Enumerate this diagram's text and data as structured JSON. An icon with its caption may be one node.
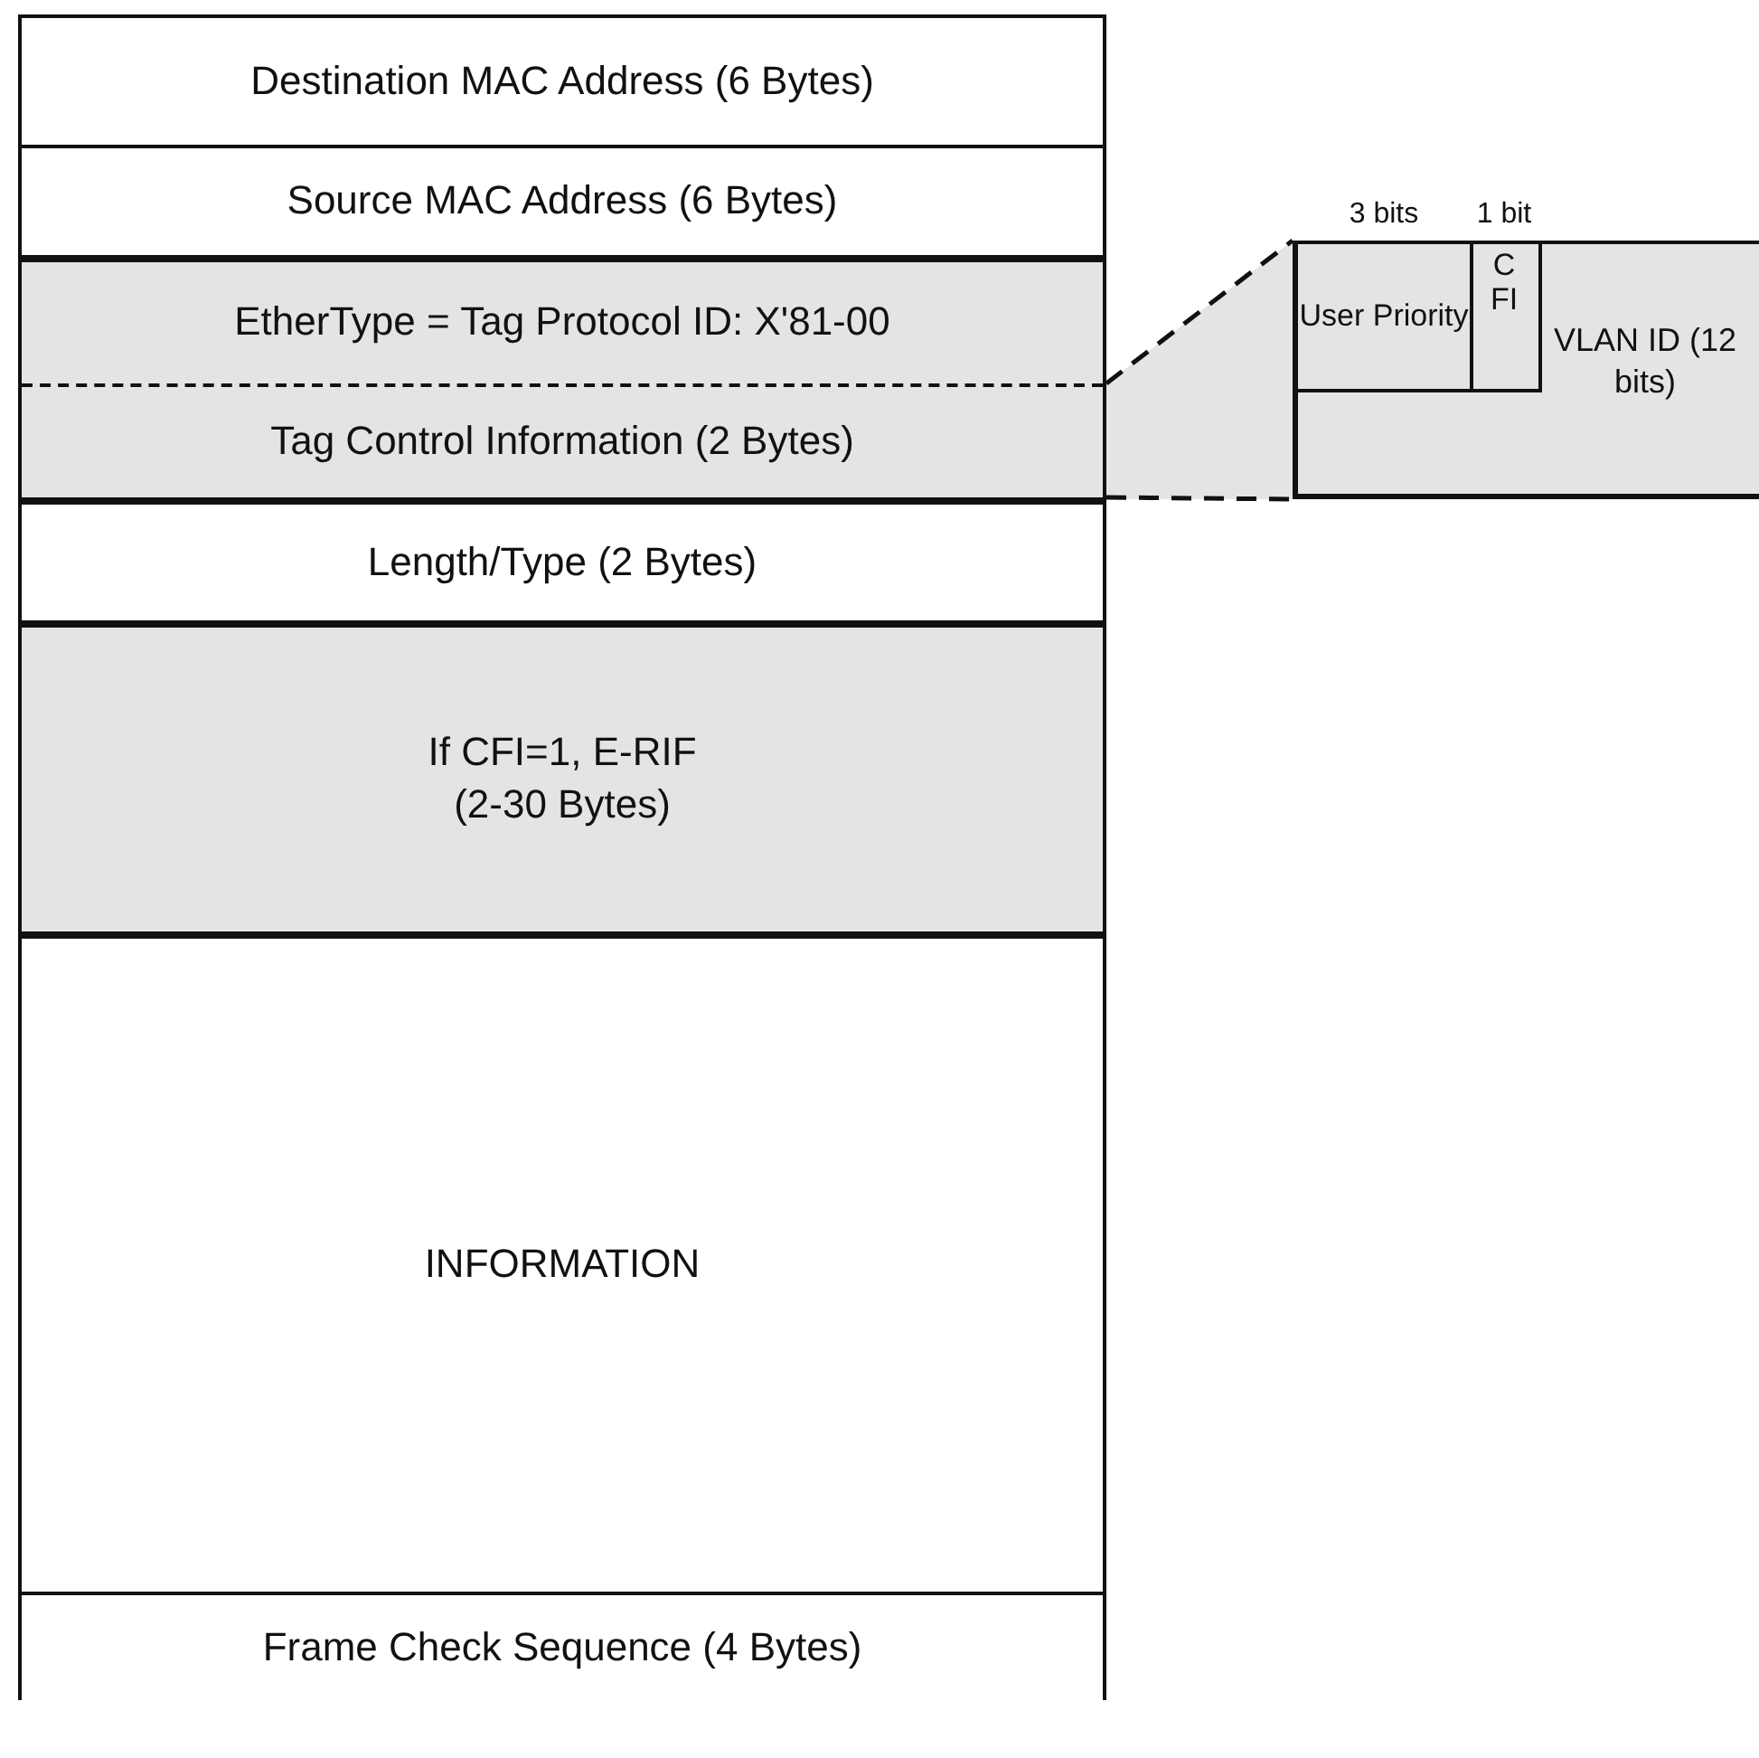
{
  "diagram": {
    "nodes": [
      {
        "text": [
          "Destination MAC Address (6 Bytes)"
        ]
      },
      {
        "text": [
          "Source MAC Address (6 Bytes)"
        ]
      },
      {
        "text": [
          "EtherType = Tag Protocol ID: X'81-00"
        ]
      },
      {
        "text": [
          "Tag Control Information (2 Bytes)"
        ]
      },
      {
        "text": [
          "Length/Type (2 Bytes)"
        ]
      },
      {
        "text": [
          "If CFI=1, E-RIF (2-30 Bytes)"
        ]
      },
      {
        "text": [
          "INFORMATION"
        ]
      },
      {
        "text": [
          "Frame Check Sequence (4 Bytes)"
        ]
      },
      {
        "text": [
          "VLAN ID (12 bits)"
        ]
      },
      {
        "text": [
          "User Priority"
        ],
        "in": 8,
        "beside": [
          "3 bits"
        ]
      },
      {
        "text": [
          "CFI"
        ],
        "in": 8,
        "beside": [
          "1 bit"
        ]
      }
    ],
    "edges": [
      {
        "from": 3,
        "to": 8,
        "arrow": "none",
        "style": "dashed"
      },
      {
        "from": 3,
        "to": 8,
        "arrow": "none",
        "style": "dashed"
      }
    ]
  }
}
